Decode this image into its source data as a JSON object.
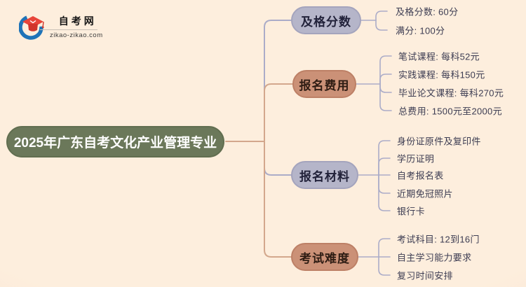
{
  "logo": {
    "site_name": "自考网",
    "site_domain": "zikao-zikao.com"
  },
  "root": {
    "label": "2025年广东自考文化产业管理专业"
  },
  "branches": [
    {
      "label": "及格分数",
      "scheme": "lavender",
      "leaves": [
        "及格分数: 60分",
        "满分: 100分"
      ]
    },
    {
      "label": "报名费用",
      "scheme": "salmon",
      "leaves": [
        "笔试课程: 每科52元",
        "实践课程: 每科150元",
        "毕业论文课程: 每科270元",
        "总费用: 1500元至2000元"
      ]
    },
    {
      "label": "报名材料",
      "scheme": "lavender",
      "leaves": [
        "身份证原件及复印件",
        "学历证明",
        "自考报名表",
        "近期免冠照片",
        "银行卡"
      ]
    },
    {
      "label": "考试难度",
      "scheme": "salmon",
      "leaves": [
        "考试科目: 12到16门",
        "自主学习能力要求",
        "复习时间安排"
      ]
    }
  ],
  "colors": {
    "background": "#fdeedd",
    "background_edge": "#f8dbc9",
    "root_fill": "#6b785a",
    "lavender_fill": "#b5b5c9",
    "salmon_fill": "#cb9177",
    "connector_lavender": "#abacc8",
    "connector_salmon": "#d3a78c",
    "leaf_text": "#3c3c52",
    "logo_blue": "#1e73b8",
    "logo_red": "#e8453a"
  }
}
